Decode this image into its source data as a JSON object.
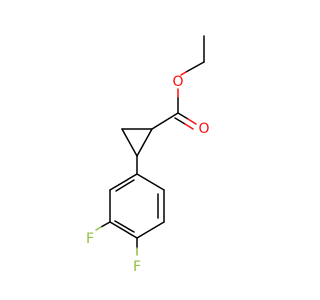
{
  "molecule": {
    "atoms": {
      "oxygen_carbonyl": {
        "symbol": "O",
        "color": "#ff0d0d"
      },
      "oxygen_ester": {
        "symbol": "O",
        "color": "#ff0d0d"
      },
      "fluorine_3": {
        "symbol": "F",
        "color": "#8fbf3f"
      },
      "fluorine_4": {
        "symbol": "F",
        "color": "#8fbf3f"
      }
    },
    "colors": {
      "bond": "#000000",
      "oxygen": "#ff0d0d",
      "fluorine": "#8fbf3f"
    }
  }
}
